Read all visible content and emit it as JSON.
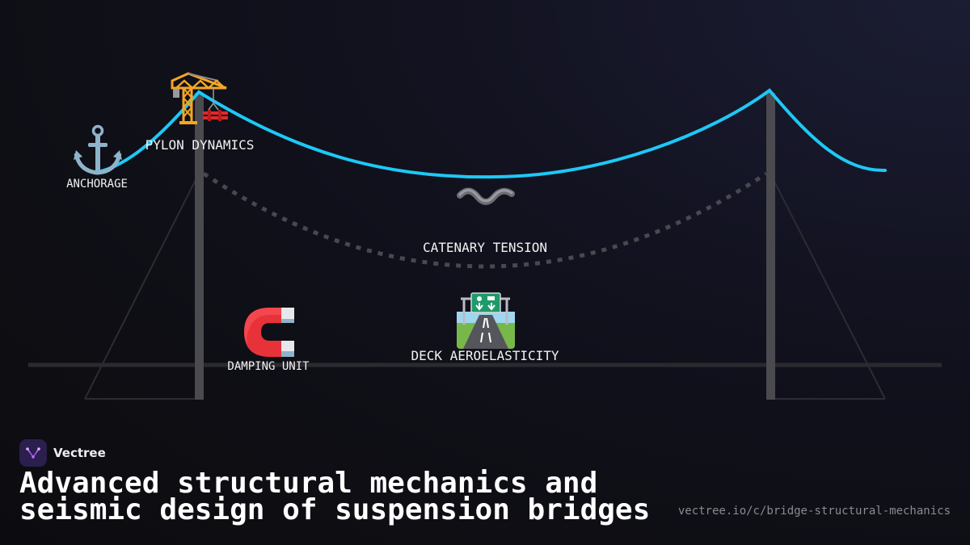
{
  "labels": {
    "anchorage": "ANCHORAGE",
    "pylon_dynamics": "PYLON DYNAMICS",
    "catenary_tension": "CATENARY TENSION",
    "deck_aeroelasticity": "DECK AEROELASTICITY",
    "damping_unit": "DAMPING UNIT"
  },
  "icons": {
    "anchorage": "anchor-icon",
    "pylon_dynamics": "crane-icon",
    "catenary_tension": "wavy-dash-icon",
    "deck_aeroelasticity": "motorway-icon",
    "damping_unit": "magnet-icon"
  },
  "colors": {
    "cable": "#1ec8f5",
    "tower": "#4a4a4f",
    "dotted_cable": "#48484e",
    "brand_accent": "#c068ff"
  },
  "brand": {
    "name": "Vectree"
  },
  "title": "Advanced structural mechanics and seismic design of suspension bridges",
  "url": "vectree.io/c/bridge-structural-mechanics"
}
